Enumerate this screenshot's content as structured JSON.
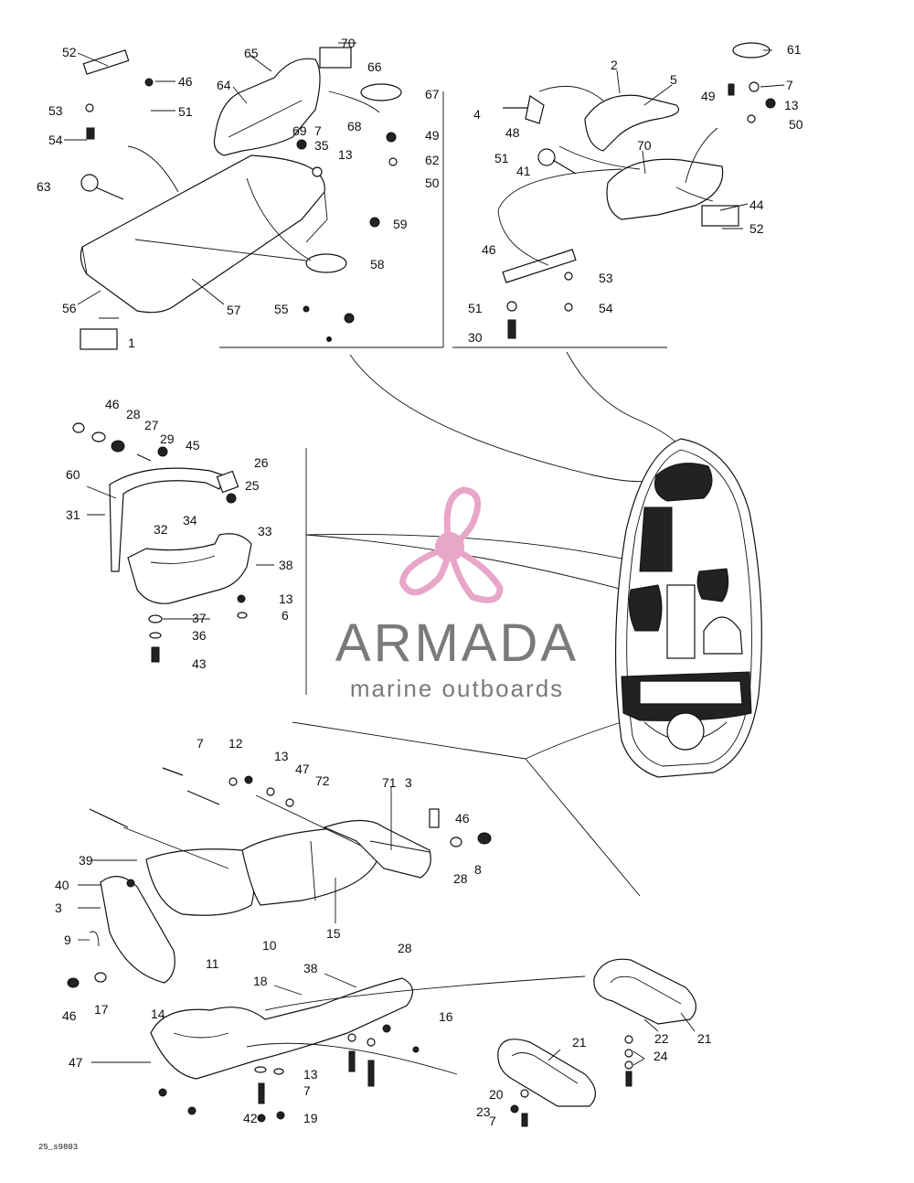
{
  "diagram_code": "25_s9803",
  "watermark": {
    "brand": "ARMADA",
    "tagline": "marine outboards",
    "logo_icon": "propeller-icon",
    "logo_color": "#e8a6c8",
    "text_color": "#7a7a7a"
  },
  "callouts": [
    "52",
    "70",
    "65",
    "64",
    "66",
    "67",
    "46",
    "53",
    "51",
    "54",
    "69",
    "7",
    "35",
    "13",
    "68",
    "49",
    "62",
    "50",
    "63",
    "59",
    "58",
    "55",
    "56",
    "57",
    "1",
    "2",
    "5",
    "4",
    "48",
    "61",
    "49",
    "7",
    "13",
    "50",
    "51",
    "41",
    "70",
    "44",
    "52",
    "46",
    "53",
    "51",
    "54",
    "30",
    "46",
    "28",
    "27",
    "29",
    "45",
    "26",
    "60",
    "25",
    "31",
    "32",
    "34",
    "33",
    "38",
    "13",
    "6",
    "37",
    "36",
    "43",
    "7",
    "12",
    "13",
    "47",
    "72",
    "71",
    "3",
    "46",
    "28",
    "8",
    "39",
    "40",
    "3",
    "9",
    "10",
    "11",
    "15",
    "28",
    "46",
    "17",
    "18",
    "38",
    "16",
    "14",
    "47",
    "13",
    "7",
    "42",
    "19",
    "21",
    "20",
    "7",
    "23",
    "22",
    "21",
    "24"
  ]
}
